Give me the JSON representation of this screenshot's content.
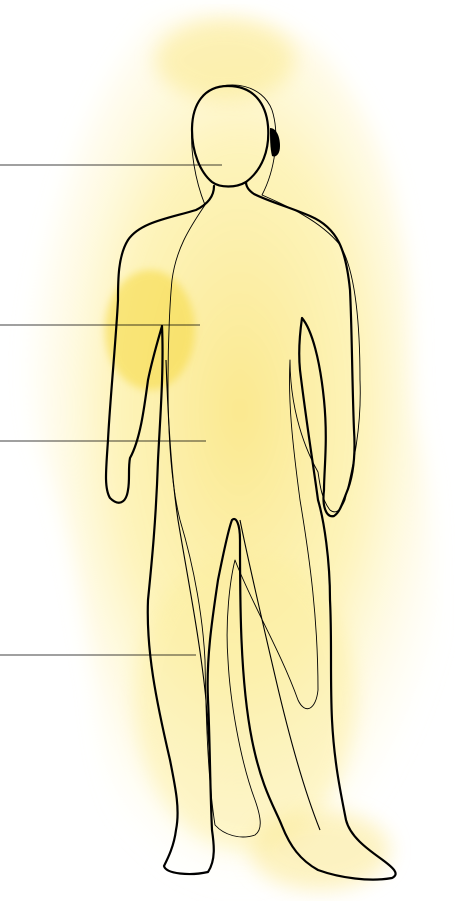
{
  "figure": {
    "subject": "human-body-outline",
    "colors": {
      "background": "#ffffff",
      "aura_light": "#fdf3b8",
      "aura_mid": "#fae57a",
      "aura_strong": "#f6d940",
      "outline": "#000000",
      "leader_line": "#000000"
    }
  },
  "leaders": [
    {
      "id": "head"
    },
    {
      "id": "chest"
    },
    {
      "id": "abdomen"
    },
    {
      "id": "legs"
    }
  ]
}
